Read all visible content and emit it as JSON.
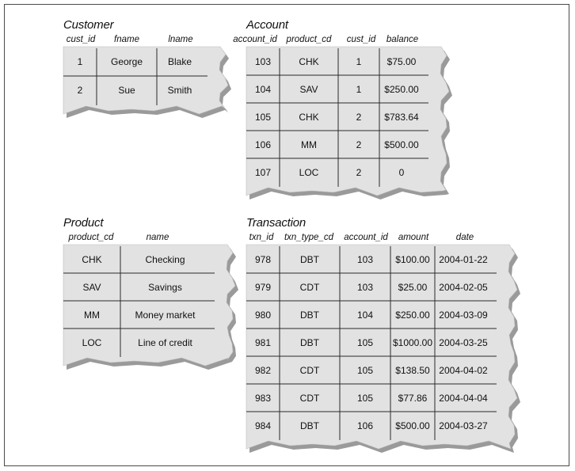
{
  "tables": {
    "customer": {
      "title": "Customer",
      "columns": [
        "cust_id",
        "fname",
        "lname"
      ],
      "rows": [
        [
          "1",
          "George",
          "Blake"
        ],
        [
          "2",
          "Sue",
          "Smith"
        ]
      ]
    },
    "account": {
      "title": "Account",
      "columns": [
        "account_id",
        "product_cd",
        "cust_id",
        "balance"
      ],
      "rows": [
        [
          "103",
          "CHK",
          "1",
          "$75.00"
        ],
        [
          "104",
          "SAV",
          "1",
          "$250.00"
        ],
        [
          "105",
          "CHK",
          "2",
          "$783.64"
        ],
        [
          "106",
          "MM",
          "2",
          "$500.00"
        ],
        [
          "107",
          "LOC",
          "2",
          "0"
        ]
      ]
    },
    "product": {
      "title": "Product",
      "columns": [
        "product_cd",
        "name"
      ],
      "rows": [
        [
          "CHK",
          "Checking"
        ],
        [
          "SAV",
          "Savings"
        ],
        [
          "MM",
          "Money market"
        ],
        [
          "LOC",
          "Line of credit"
        ]
      ]
    },
    "transaction": {
      "title": "Transaction",
      "columns": [
        "txn_id",
        "txn_type_cd",
        "account_id",
        "amount",
        "date"
      ],
      "rows": [
        [
          "978",
          "DBT",
          "103",
          "$100.00",
          "2004-01-22"
        ],
        [
          "979",
          "CDT",
          "103",
          "$25.00",
          "2004-02-05"
        ],
        [
          "980",
          "DBT",
          "104",
          "$250.00",
          "2004-03-09"
        ],
        [
          "981",
          "DBT",
          "105",
          "$1000.00",
          "2004-03-25"
        ],
        [
          "982",
          "CDT",
          "105",
          "$138.50",
          "2004-04-02"
        ],
        [
          "983",
          "CDT",
          "105",
          "$77.86",
          "2004-04-04"
        ],
        [
          "984",
          "DBT",
          "106",
          "$500.00",
          "2004-03-27"
        ]
      ]
    }
  },
  "colors": {
    "paper": "#e2e2e2",
    "shadow": "#9a9a9a",
    "rule": "#2a2a2a",
    "frame": "#4a4a4a"
  }
}
